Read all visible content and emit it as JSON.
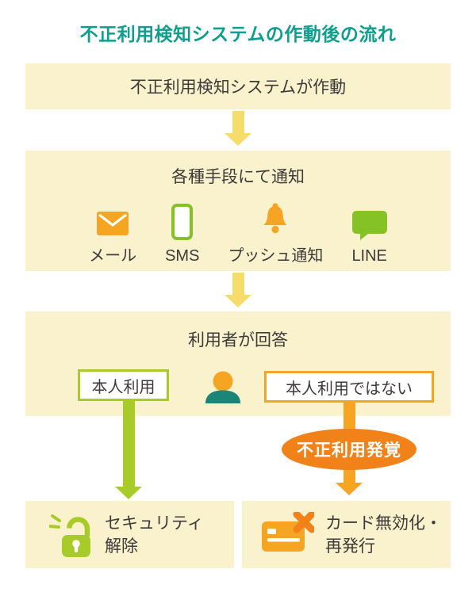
{
  "title": "不正利用検知システムの作動後の流れ",
  "colors": {
    "accent_teal": "#0E9E8E",
    "panel_cream": "#FAF1CD",
    "arrow_yellow": "#F5DC6B",
    "green_yellow": "#A9CB2A",
    "green_bright": "#84C226",
    "orange": "#F5A522",
    "deep_orange": "#F08219",
    "person_teal": "#1B8578",
    "text_dark": "#3E3A39"
  },
  "flow": {
    "step1": {
      "label": "不正利用検知システムが作動"
    },
    "step2": {
      "title": "各種手段にて通知",
      "channels": [
        {
          "icon": "mail-icon",
          "label": "メール"
        },
        {
          "icon": "sms-phone-icon",
          "label": "SMS"
        },
        {
          "icon": "push-bell-icon",
          "label": "プッシュ通知"
        },
        {
          "icon": "line-bubble-icon",
          "label": "LINE"
        }
      ]
    },
    "step3": {
      "title": "利用者が回答",
      "option_left": "本人利用",
      "option_right": "本人利用ではない"
    },
    "fraud_badge": "不正利用発覚",
    "outcome_left": {
      "line1": "セキュリティ",
      "line2": "解除"
    },
    "outcome_right": {
      "line1": "カード無効化・",
      "line2": "再発行"
    }
  }
}
